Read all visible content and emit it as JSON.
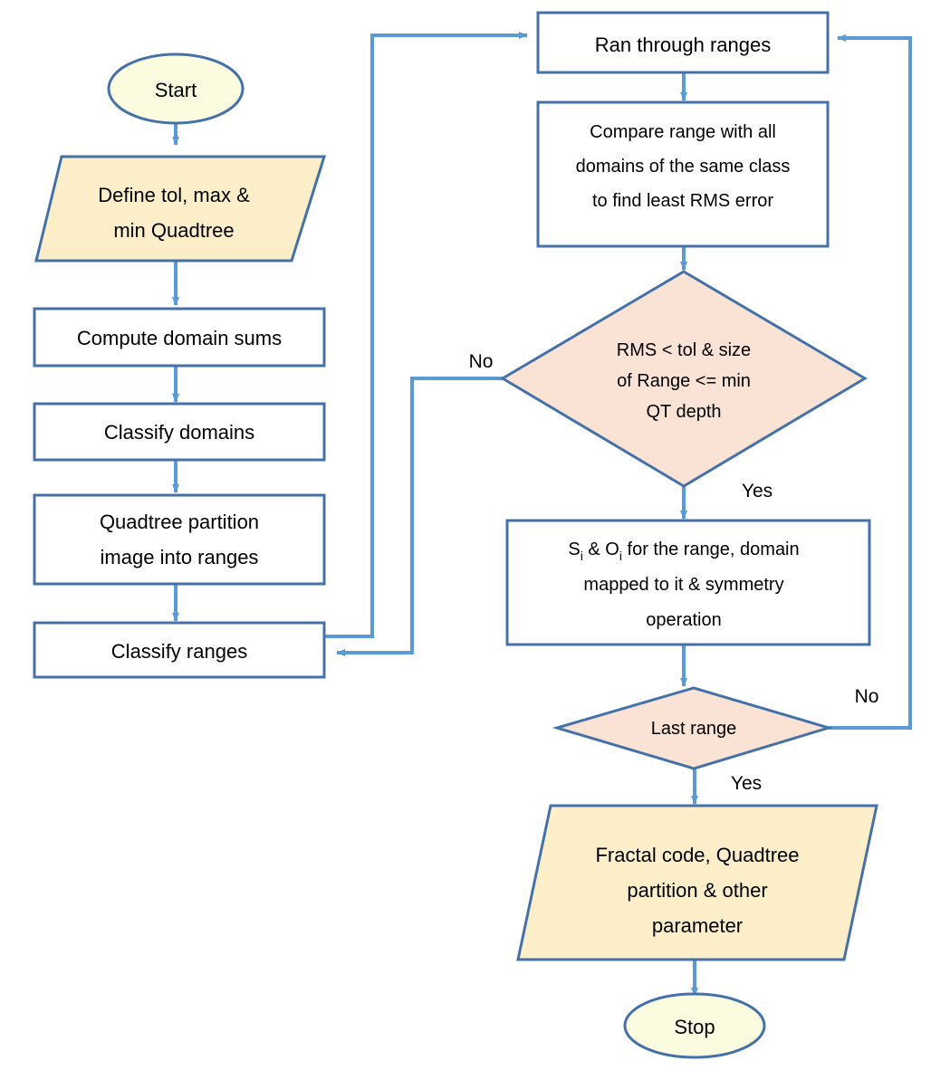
{
  "diagram": {
    "title": "Fractal image encoding flowchart",
    "colors": {
      "terminator_fill": "#FBFBE0",
      "process_fill": "#FFFFFF",
      "io_fill": "#FDEECA",
      "decision_fill": "#FAE2D4",
      "shape_border": "#4472A8",
      "connector": "#5B9BD5",
      "text": "#000000",
      "background": "#FFFFFF"
    },
    "nodes": {
      "start": {
        "label": "Start",
        "shape": "terminator"
      },
      "define": {
        "line1": "Define tol, max &",
        "line2": "min Quadtree",
        "shape": "input-output"
      },
      "compute_domain_sums": {
        "label": "Compute domain sums",
        "shape": "process"
      },
      "classify_domains": {
        "label": "Classify domains",
        "shape": "process"
      },
      "quadtree_partition": {
        "line1": "Quadtree partition",
        "line2": "image into ranges",
        "shape": "process"
      },
      "classify_ranges": {
        "label": "Classify ranges",
        "shape": "process"
      },
      "ran_through_ranges": {
        "label": "Ran through ranges",
        "shape": "process"
      },
      "compare_range": {
        "line1": "Compare range with all",
        "line2": "domains of the same class",
        "line3": "to find least RMS error",
        "shape": "process"
      },
      "rms_decision": {
        "line1": "RMS < tol & size",
        "line2": "of Range <= min",
        "line3": "QT depth",
        "shape": "decision"
      },
      "si_oi": {
        "line1_a": "S",
        "line1_sub1": "i",
        "line1_b": " & O",
        "line1_sub2": "i",
        "line1_c": " for the range, domain",
        "line2": "mapped to it & symmetry",
        "line3": "operation",
        "shape": "process"
      },
      "last_range": {
        "label": "Last range",
        "shape": "decision"
      },
      "fractal_code": {
        "line1": "Fractal code, Quadtree",
        "line2": "partition & other",
        "line3": "parameter",
        "shape": "input-output"
      },
      "stop": {
        "label": "Stop",
        "shape": "terminator"
      }
    },
    "edge_labels": {
      "rms_no": "No",
      "rms_yes": "Yes",
      "last_no": "No",
      "last_yes": "Yes"
    }
  }
}
